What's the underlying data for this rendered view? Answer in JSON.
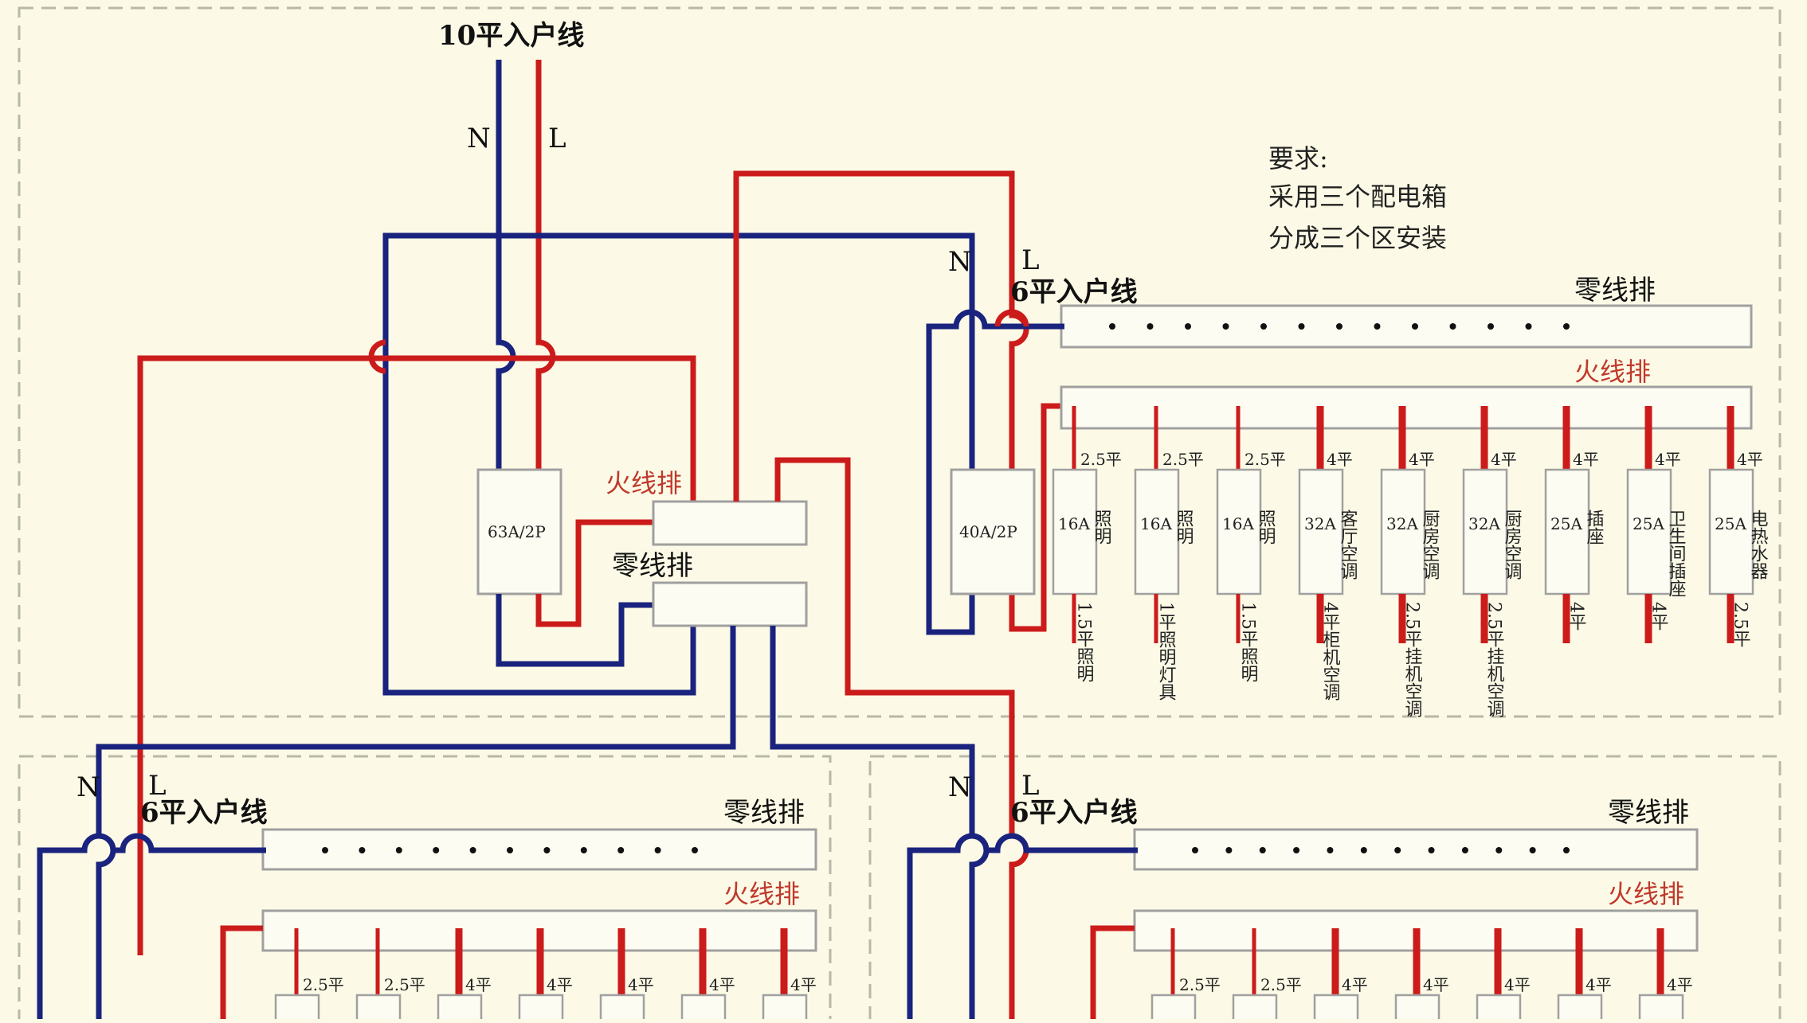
{
  "colors": {
    "background": "#fcfae6",
    "live": "#cc1b1b",
    "neutral": "#1a237e",
    "box_border": "#a0a0a0",
    "dashed": "#b8b8a8"
  },
  "main_feed": {
    "label": "10平入户线",
    "neutral_label": "N",
    "live_label": "L"
  },
  "main_breaker": {
    "label": "63A/2P"
  },
  "main_busbars": {
    "live": "火线排",
    "neutral": "零线排"
  },
  "requirements": {
    "heading": "要求:",
    "line1": "采用三个配电箱",
    "line2": "分成三个区安装"
  },
  "box_a": {
    "feed": "6平入户线",
    "neutral_label": "N",
    "live_label": "L",
    "breaker": "40A/2P",
    "neutral_busbar": "零线排",
    "live_busbar": "火线排",
    "circuits": [
      {
        "wire": "2.5平",
        "rating": "16A",
        "name": "照明",
        "load": "1.5平照明"
      },
      {
        "wire": "2.5平",
        "rating": "16A",
        "name": "照明",
        "load": "1平照明灯具"
      },
      {
        "wire": "2.5平",
        "rating": "16A",
        "name": "照明",
        "load": "1.5平照明"
      },
      {
        "wire": "4平",
        "rating": "32A",
        "name": "客厅空调",
        "load": "4平柜机空调"
      },
      {
        "wire": "4平",
        "rating": "32A",
        "name": "厨房空调",
        "load": "2.5平挂机空调"
      },
      {
        "wire": "4平",
        "rating": "32A",
        "name": "厨房空调",
        "load": "2.5平挂机空调"
      },
      {
        "wire": "4平",
        "rating": "25A",
        "name": "插座",
        "load": "4平"
      },
      {
        "wire": "4平",
        "rating": "25A",
        "name": "卫生间插座",
        "load": "4平"
      },
      {
        "wire": "4平",
        "rating": "25A",
        "name": "电热水器",
        "load": "2.5平"
      }
    ]
  },
  "box_b": {
    "feed": "6平入户线",
    "neutral_label": "N",
    "live_label": "L",
    "neutral_busbar": "零线排",
    "live_busbar": "火线排",
    "circuits": [
      {
        "wire": "2.5平"
      },
      {
        "wire": "2.5平"
      },
      {
        "wire": "4平"
      },
      {
        "wire": "4平"
      },
      {
        "wire": "4平"
      },
      {
        "wire": "4平"
      },
      {
        "wire": "4平"
      }
    ]
  },
  "box_c": {
    "feed": "6平入户线",
    "neutral_label": "N",
    "live_label": "L",
    "neutral_busbar": "零线排",
    "live_busbar": "火线排",
    "circuits": [
      {
        "wire": "2.5平"
      },
      {
        "wire": "2.5平"
      },
      {
        "wire": "4平"
      },
      {
        "wire": "4平"
      },
      {
        "wire": "4平"
      },
      {
        "wire": "4平"
      },
      {
        "wire": "4平"
      }
    ]
  }
}
